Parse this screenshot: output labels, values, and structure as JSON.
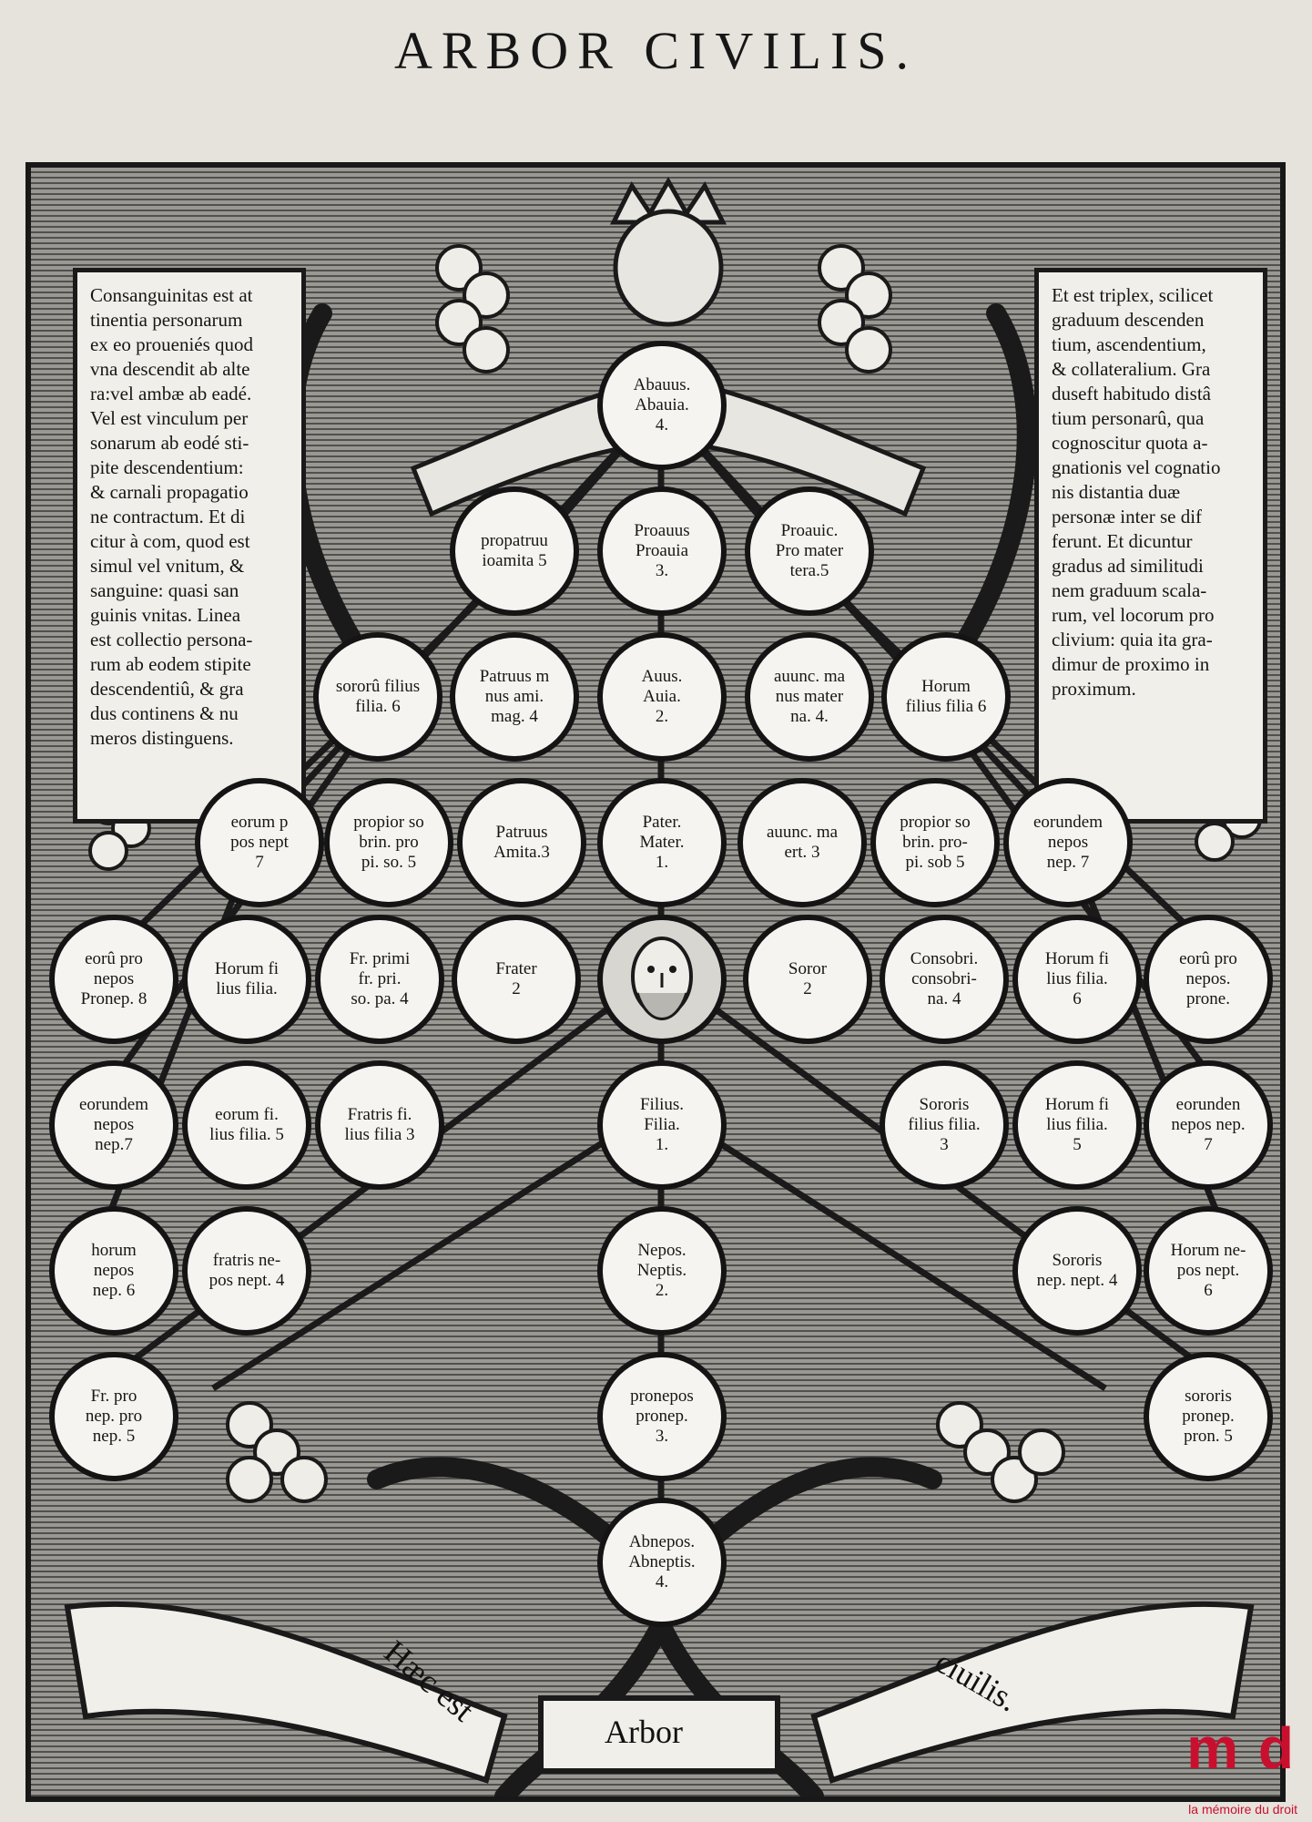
{
  "title": "ARBOR CIVILIS.",
  "left_panel": {
    "text": "Consanguinitas est at\ntinentia personarum\nex eo proueniés quod\nvna descendit ab alte\nra:vel ambæ ab eadé.\nVel est vinculum per\nsonarum ab eodé sti-\npite descendentium:\n& carnali propagatio\nne contractum. Et di\ncitur à com, quod est\nsimul vel vnitum, &\nsanguine: quasi san\nguinis vnitas. Linea\nest collectio persona-\nrum ab eodem stipite\ndescendentiû, & gra\ndus continens & nu\nmeros distinguens."
  },
  "right_panel": {
    "text": "Et est triplex, scilicet\ngraduum descenden\ntium, ascendentium,\n& collateralium. Gra\nduseft habitudo distâ\ntium personarû, qua\ncognoscitur quota a-\ngnationis vel cognatio\nnis distantia duæ\npersonæ inter se dif\nferunt. Et dicuntur\ngradus ad similitudi\nnem graduum scala-\nrum, vel locorum pro\nclivium: quia ita gra-\ndimur de proximo in\nproximum."
  },
  "nodes": [
    {
      "id": "abauus",
      "label": "Abauus.\nAbauia.\n4."
    },
    {
      "id": "propatruus",
      "label": "propatruu\nioamita 5"
    },
    {
      "id": "proauus",
      "label": "Proauus\nProauia\n3."
    },
    {
      "id": "proauunculus",
      "label": "Proauic.\nPro mater\ntera.5"
    },
    {
      "id": "sororum-filius",
      "label": "sororû filius\nfilia. 6"
    },
    {
      "id": "patruus-magnus",
      "label": "Patruus m\nnus ami.\nmag. 4"
    },
    {
      "id": "auus",
      "label": "Auus.\nAuia.\n2."
    },
    {
      "id": "auunculus-magnus",
      "label": "auunc. ma\nnus mater\nna. 4."
    },
    {
      "id": "horum-filius-top",
      "label": "Horum\nfilius filia 6"
    },
    {
      "id": "eorum-pronepos-top",
      "label": "eorum p\npos nept\n7"
    },
    {
      "id": "propior-sobrinus-left",
      "label": "propior so\nbrin. pro\npi. so. 5"
    },
    {
      "id": "patruus",
      "label": "Patruus\nAmita.3"
    },
    {
      "id": "pater",
      "label": "Pater.\nMater.\n1."
    },
    {
      "id": "auunculus",
      "label": "auunc. ma\nert. 3"
    },
    {
      "id": "propior-sobrinus-right",
      "label": "propior so\nbrin. pro-\npi. sob 5"
    },
    {
      "id": "eorundem-nepos-top",
      "label": "eorundem\nnepos\nnep. 7"
    },
    {
      "id": "eorum-pronepos-left",
      "label": "eorû pro\nnepos\nPronep. 8"
    },
    {
      "id": "horum-filius-left",
      "label": "Horum fi\nlius filia."
    },
    {
      "id": "fratris-primi",
      "label": "Fr. primi\nfr. pri.\nso. pa. 4"
    },
    {
      "id": "frater",
      "label": "Frater\n2"
    },
    {
      "id": "ego",
      "label": ""
    },
    {
      "id": "soror",
      "label": "Soror\n2"
    },
    {
      "id": "consobrinus",
      "label": "Consobri.\nconsobri-\nna. 4"
    },
    {
      "id": "horum-filius-right",
      "label": "Horum fi\nlius filia.\n6"
    },
    {
      "id": "eorum-pronepos-right",
      "label": "eorû pro\nnepos.\nprone."
    },
    {
      "id": "eorundem-nepos-left",
      "label": "eorundem\nnepos\nnep.7"
    },
    {
      "id": "eorum-filius",
      "label": "eorum fi.\nlius filia. 5"
    },
    {
      "id": "fratris-filius",
      "label": "Fratris fi.\nlius filia 3"
    },
    {
      "id": "filius",
      "label": "Filius.\nFilia.\n1."
    },
    {
      "id": "sororis-filius",
      "label": "Sororis\nfilius filia.\n3"
    },
    {
      "id": "horum-filius-far-right",
      "label": "Horum fi\nlius filia.\n5"
    },
    {
      "id": "eorundem-nepos-right",
      "label": "eorunden\nnepos nep.\n7"
    },
    {
      "id": "horum-nepos",
      "label": "horum\nnepos\nnep. 6"
    },
    {
      "id": "fratris-nepos",
      "label": "fratris ne-\npos nept. 4"
    },
    {
      "id": "nepos",
      "label": "Nepos.\nNeptis.\n2."
    },
    {
      "id": "sororis-nepos",
      "label": "Sororis\nnep. nept. 4"
    },
    {
      "id": "horum-nepos-right",
      "label": "Horum ne-\npos nept.\n6"
    },
    {
      "id": "fratris-pronepos",
      "label": "Fr. pro\nnep. pro\nnep. 5"
    },
    {
      "id": "pronepos",
      "label": "pronepos\npronep.\n3."
    },
    {
      "id": "sororis-pronepos",
      "label": "sororis\npronep.\npron. 5"
    },
    {
      "id": "abnepos",
      "label": "Abnepos.\nAbneptis.\n4."
    }
  ],
  "banner": {
    "left": "Hæc est",
    "center": "Arbor",
    "right": "ciuilis."
  },
  "watermark": {
    "logo": "m d",
    "text": "la mémoire du droit",
    "color": "#c8102e"
  }
}
